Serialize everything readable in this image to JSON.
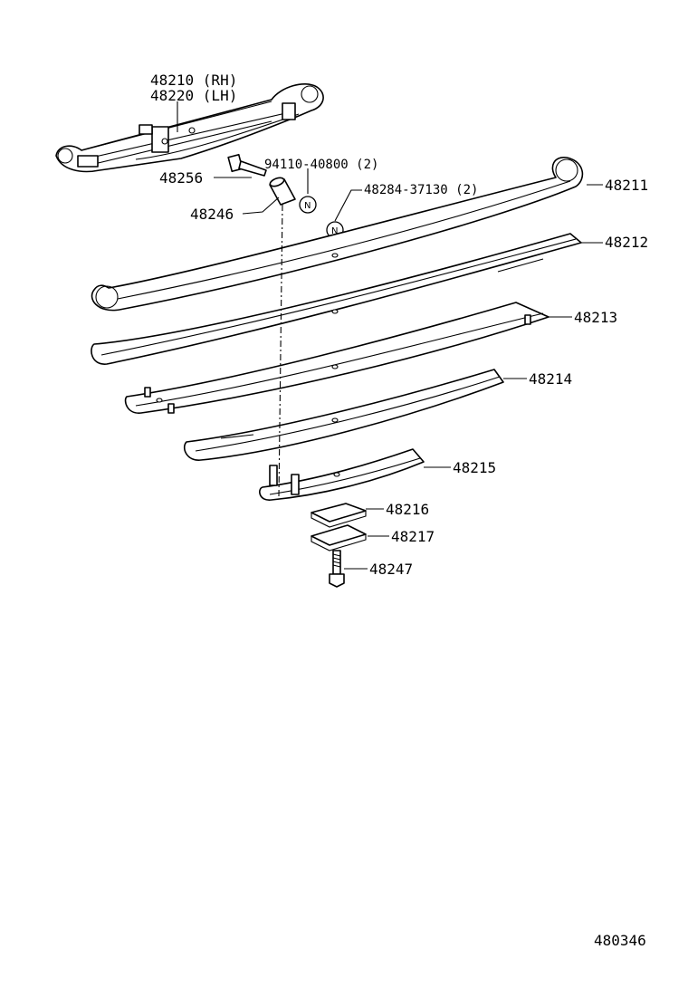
{
  "labels": {
    "spring_assy_rh": "48210 (RH)",
    "spring_assy_lh": "48220 (LH)",
    "bolt_48256": "48256",
    "bushing_48246": "48246",
    "bolt_94110": "94110-40800 (2)",
    "clip_48284": "48284-37130 (2)",
    "leaf_48211": "48211",
    "leaf_48212": "48212",
    "leaf_48213": "48213",
    "leaf_48214": "48214",
    "leaf_48215": "48215",
    "plate_48216": "48216",
    "plate_48217": "48217",
    "bolt_48247": "48247",
    "symbol_n": "N"
  },
  "figure_number": "480346"
}
